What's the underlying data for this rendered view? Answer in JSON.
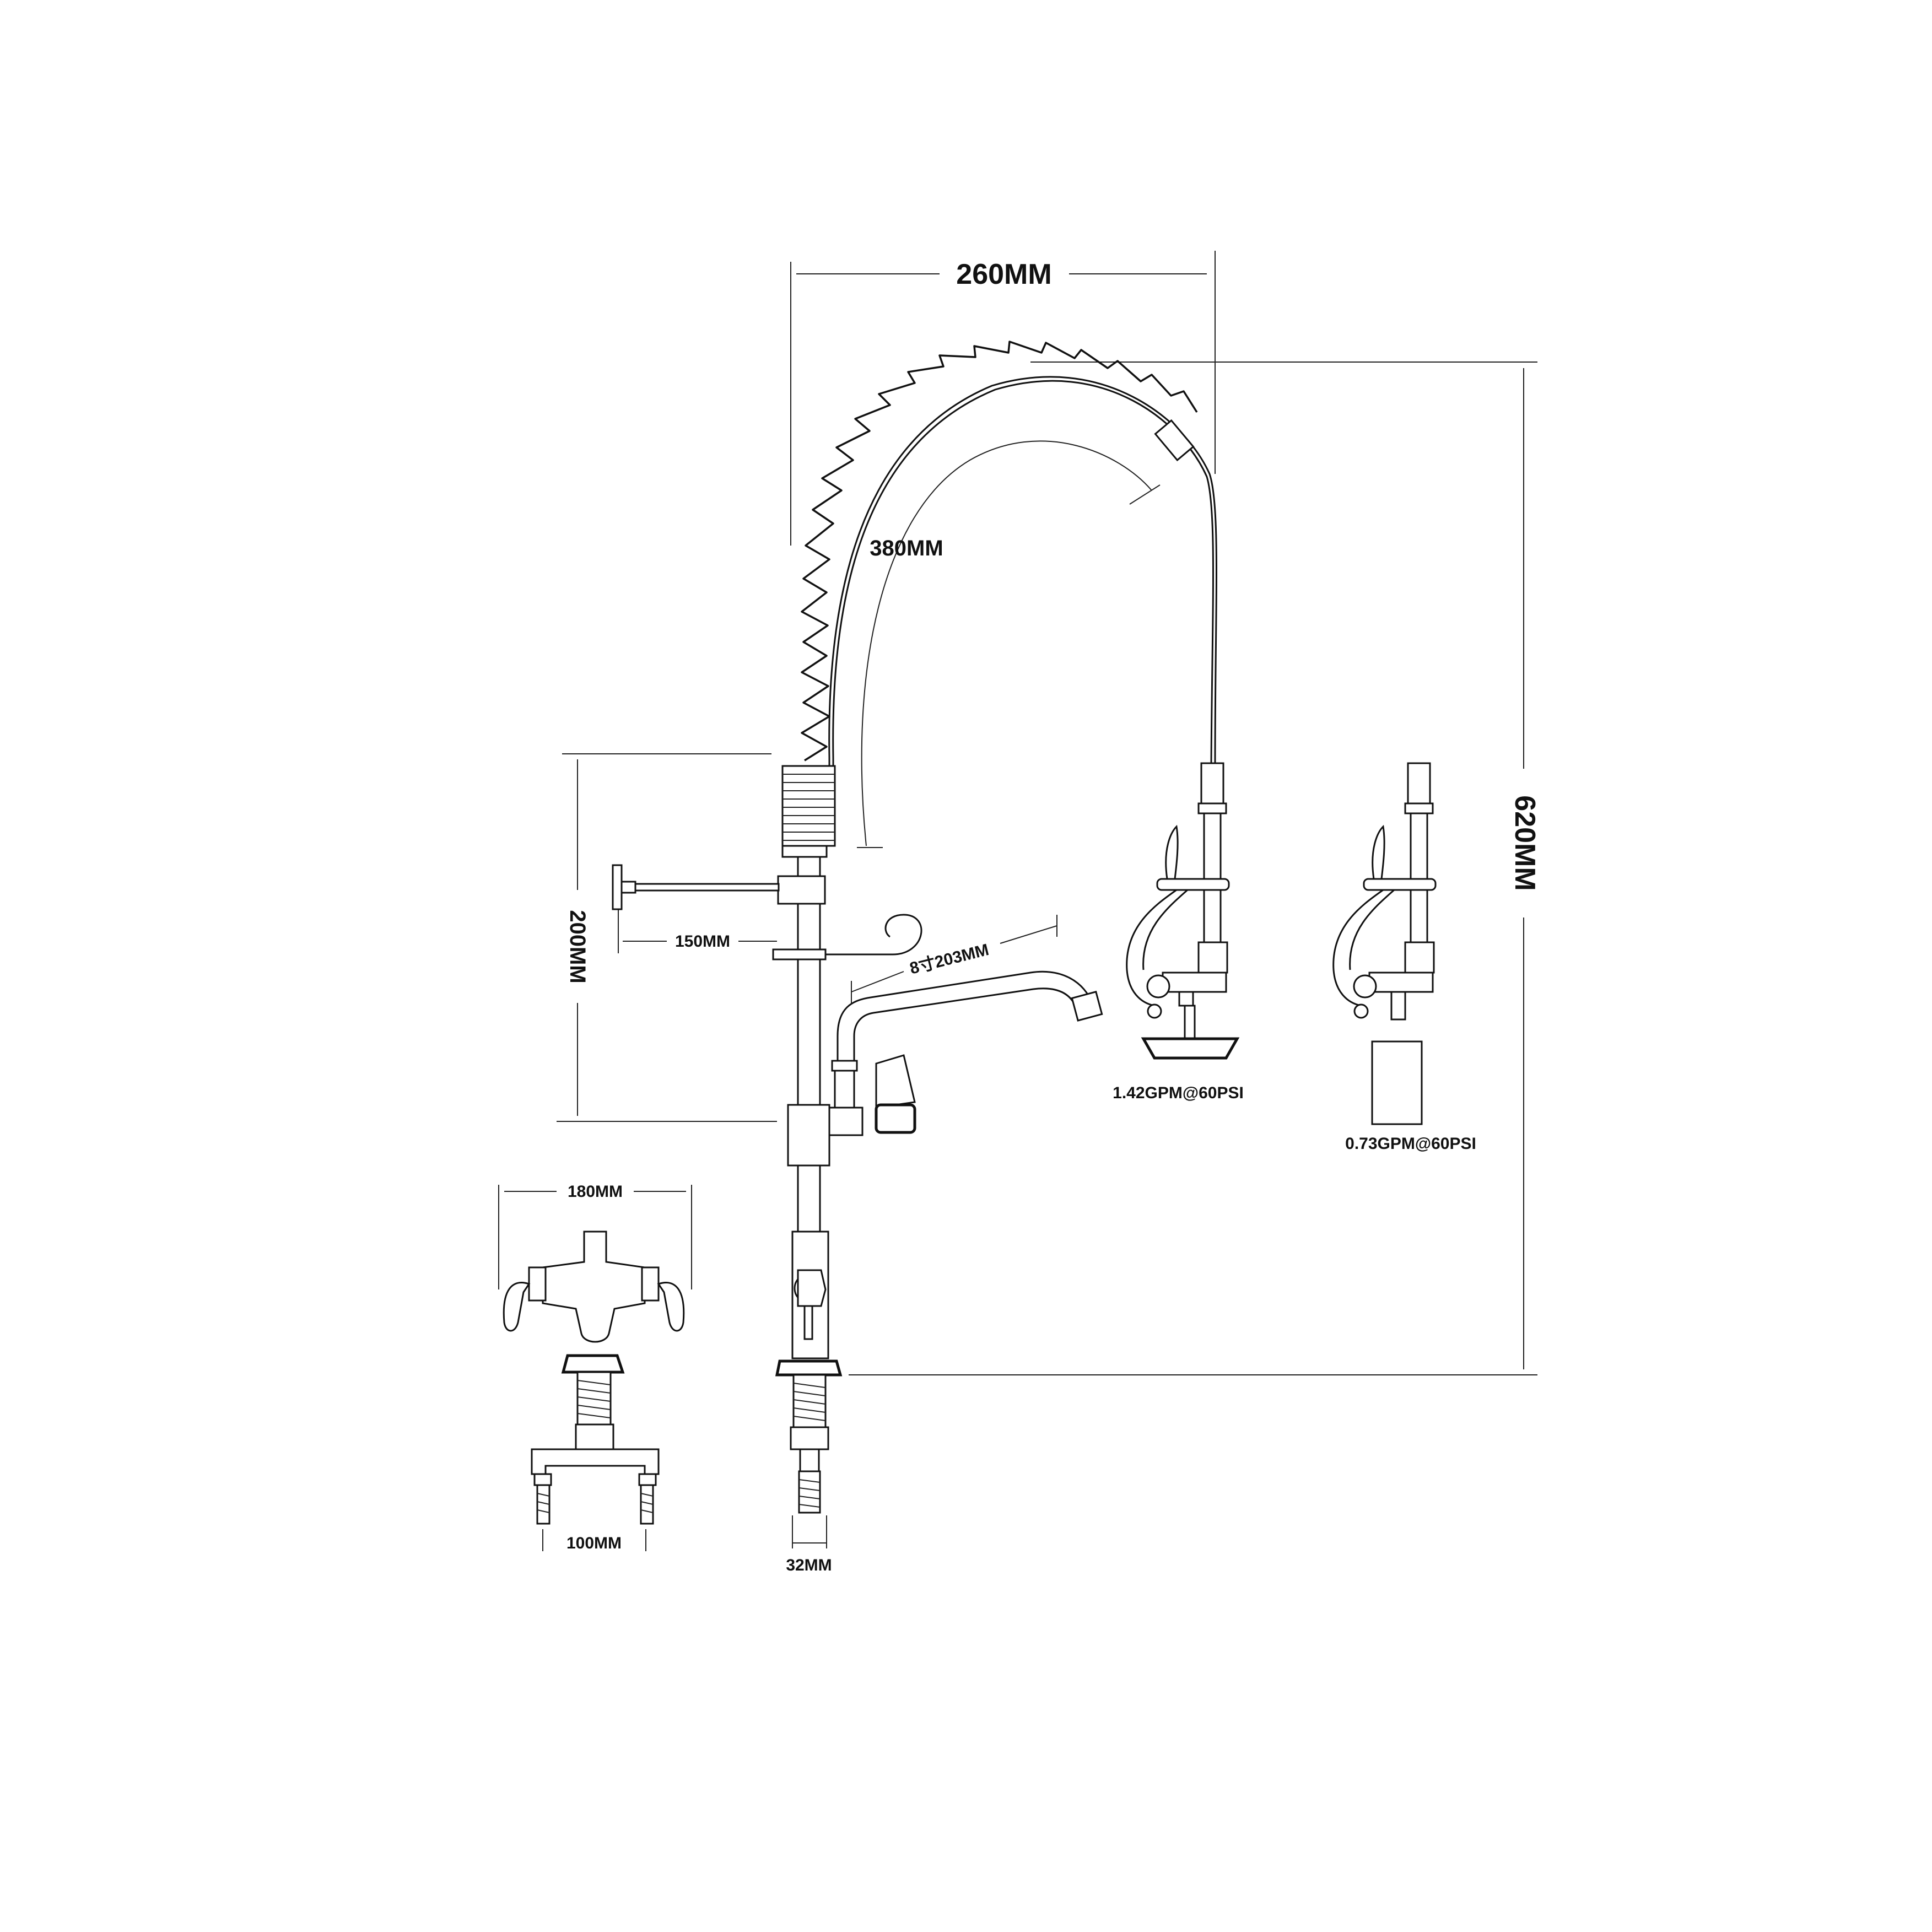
{
  "diagram": {
    "dimensions": {
      "width_top": "260MM",
      "hose_arc": "380MM",
      "total_height": "620MM",
      "pot_filler_height": "200MM",
      "pot_filler_arm": "150MM",
      "swing_spout": "8寸203MM",
      "base_width": "180MM",
      "base_centers": "100MM",
      "shank": "32MM"
    },
    "spray_heads": [
      {
        "rating": "1.42GPM@60PSI"
      },
      {
        "rating": "0.73GPM@60PSI"
      }
    ]
  }
}
